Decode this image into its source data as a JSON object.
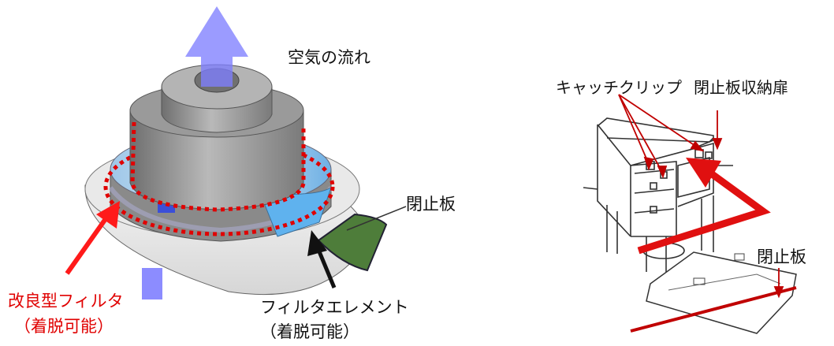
{
  "labels": {
    "air_flow": "空気の流れ",
    "closing_plate_left": "閉止板",
    "improved_filter": "改良型フィルタ",
    "improved_filter_sub": "（着脱可能）",
    "filter_element": "フィルタエレメント",
    "filter_element_sub": "（着脱可能）",
    "catch_clip": "キャッチクリップ",
    "closing_plate_door": "閉止板収納扉",
    "closing_plate_right": "閉止板"
  },
  "colors": {
    "air_arrow": "#7f7fff",
    "callout_red": "#ff1a1a",
    "dotted_outline": "#e00000",
    "closing_plate_fill": "#4e7d3a",
    "housing_gray": "#a0a0a0",
    "filter_blue": "#8fc8ee"
  }
}
